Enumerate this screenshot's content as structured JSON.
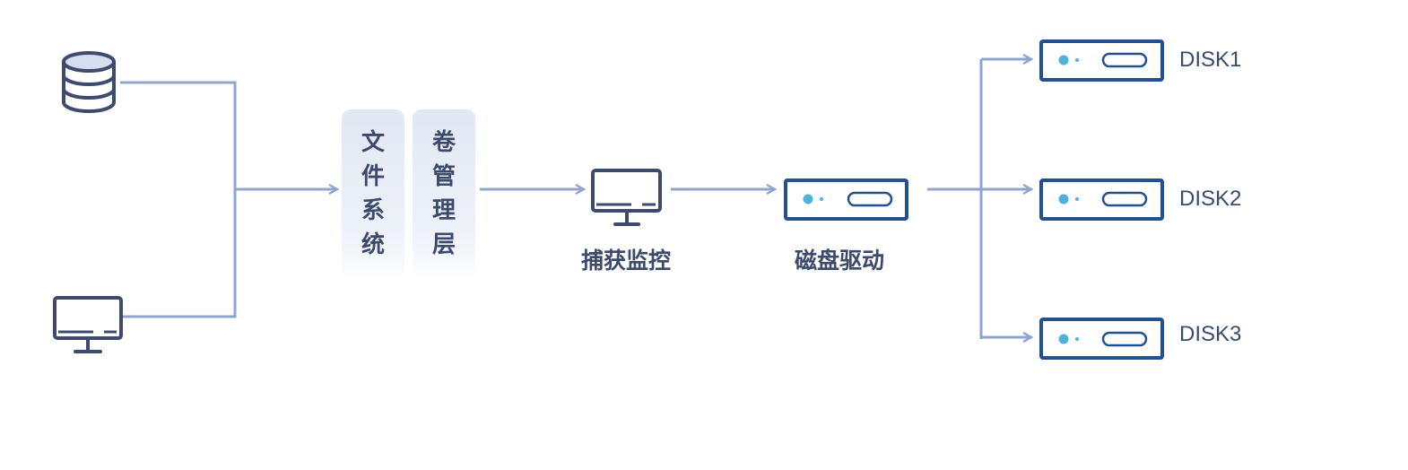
{
  "colors": {
    "line": "#8fa4cf",
    "icon": "#3f4b6e",
    "disk": "#23508e",
    "dot": "#4fb2dd",
    "panel": "#e6ecf6"
  },
  "icons": {
    "database": "database-icon",
    "monitor_source": "monitor-icon",
    "monitor_capture": "monitor-icon",
    "drive": "disk-drive-icon"
  },
  "layers": {
    "file_system": "文件系统",
    "volume_manager": "卷管理层"
  },
  "nodes": {
    "capture_monitor": "捕获监控",
    "disk_driver": "磁盘驱动"
  },
  "disks": [
    "DISK1",
    "DISK2",
    "DISK3"
  ]
}
